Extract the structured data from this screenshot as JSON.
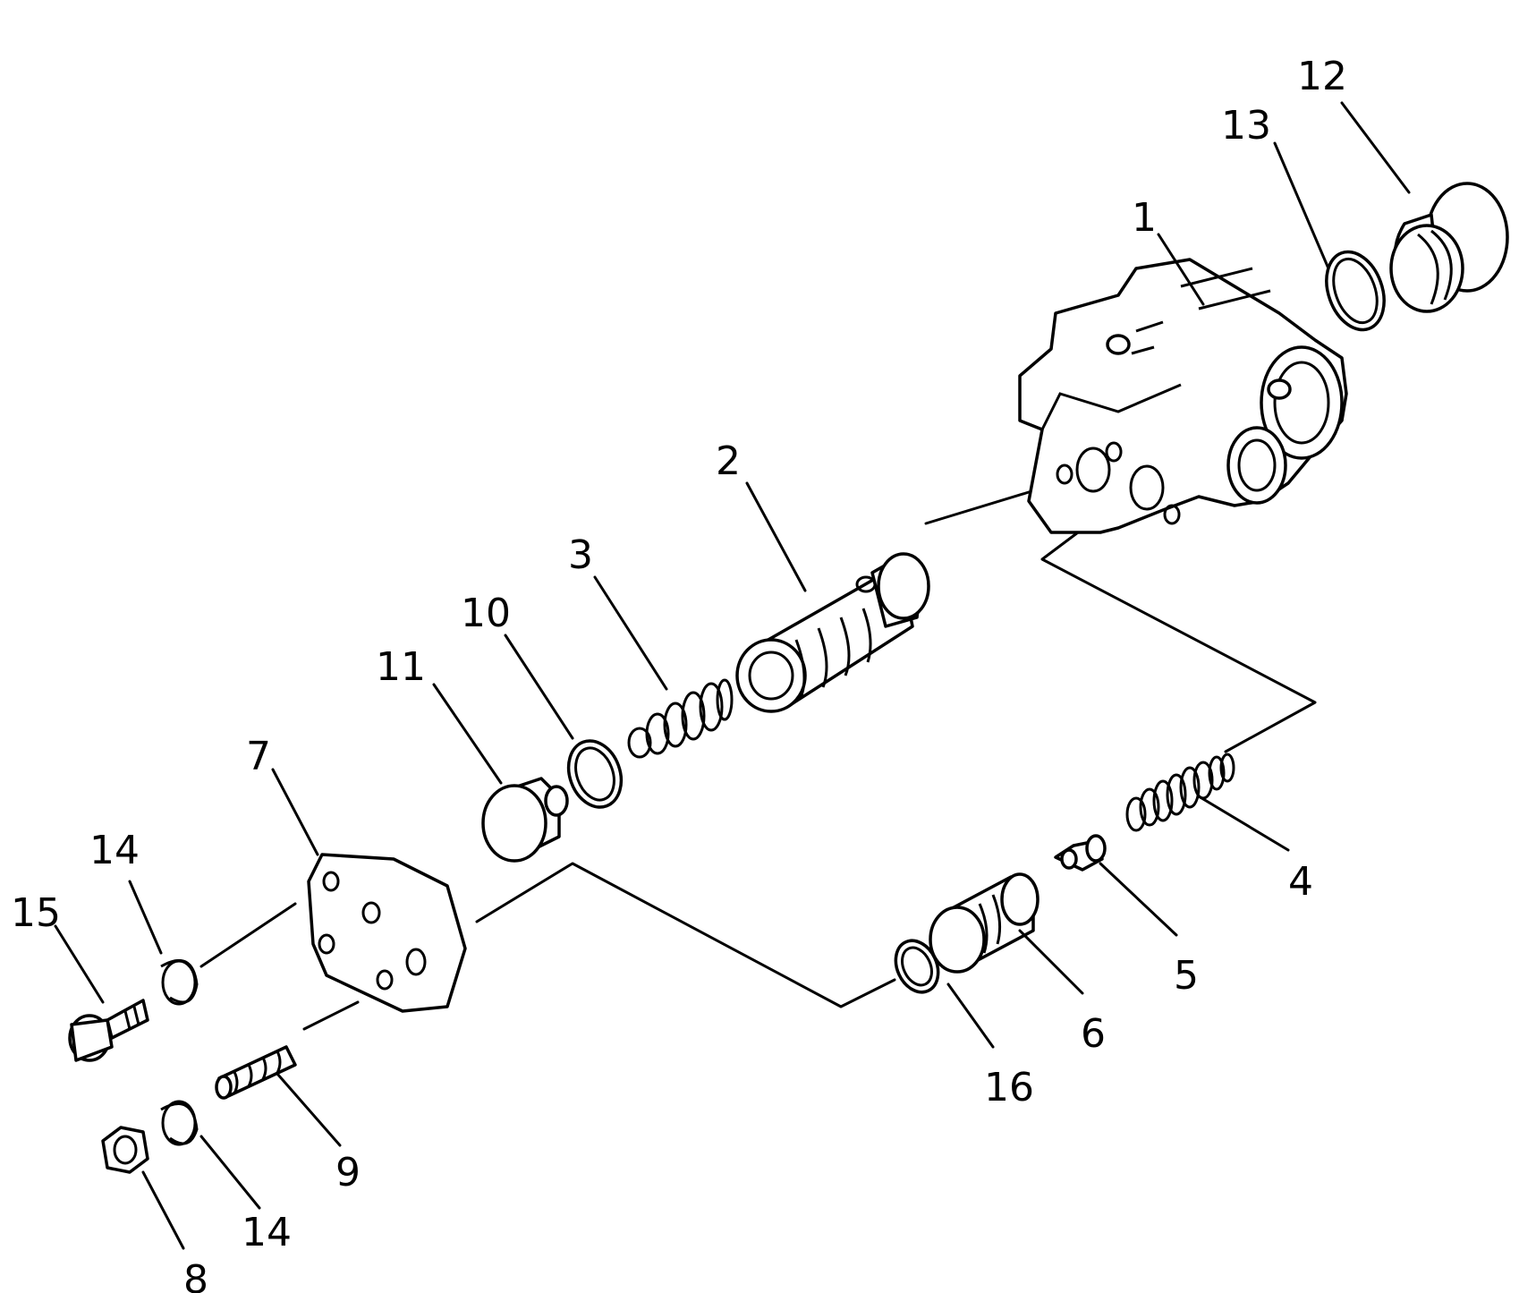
{
  "labels": {
    "p1": "1",
    "p2": "2",
    "p3": "3",
    "p4": "4",
    "p5": "5",
    "p6": "6",
    "p7": "7",
    "p8": "8",
    "p9": "9",
    "p10": "10",
    "p11": "11",
    "p12": "12",
    "p13": "13",
    "p14a": "14",
    "p14b": "14",
    "p15": "15",
    "p16": "16"
  }
}
